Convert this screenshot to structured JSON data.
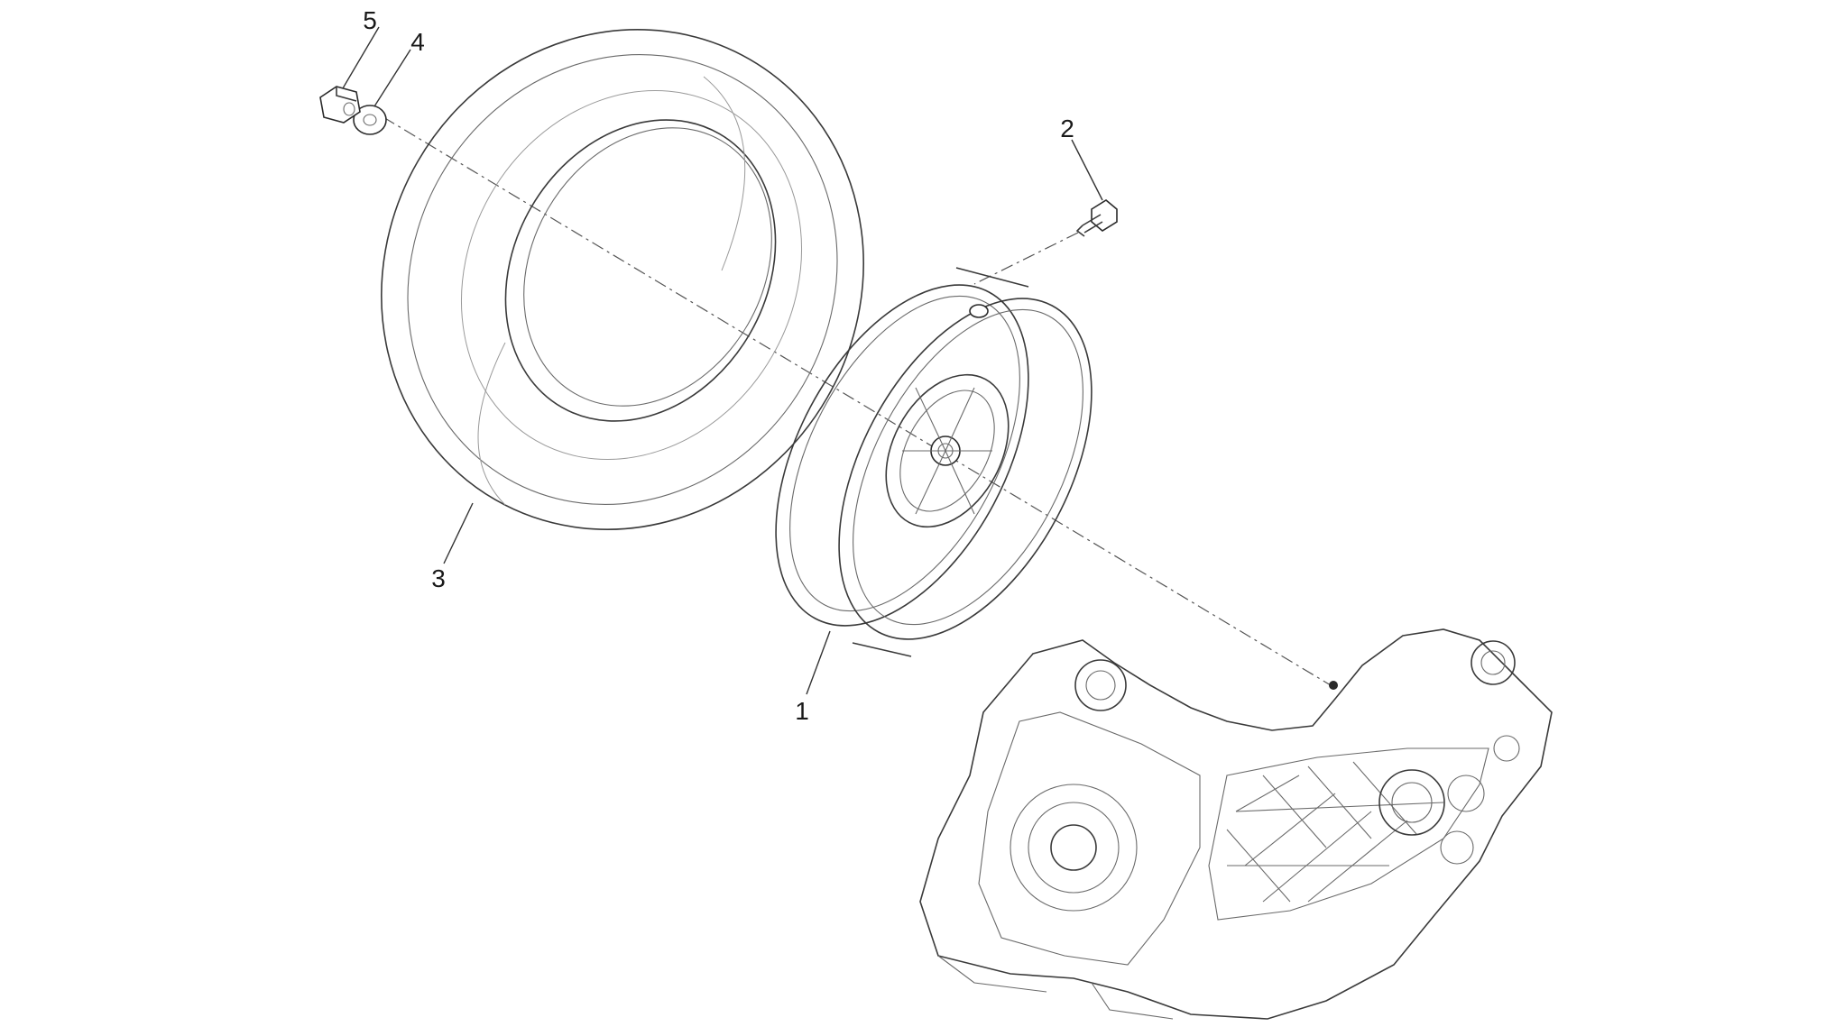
{
  "callouts": [
    {
      "id": "1",
      "label": "1"
    },
    {
      "id": "2",
      "label": "2"
    },
    {
      "id": "3",
      "label": "3"
    },
    {
      "id": "4",
      "label": "4"
    },
    {
      "id": "5",
      "label": "5"
    }
  ],
  "colors": {
    "line": "#3a3a3a",
    "background": "#ffffff"
  }
}
